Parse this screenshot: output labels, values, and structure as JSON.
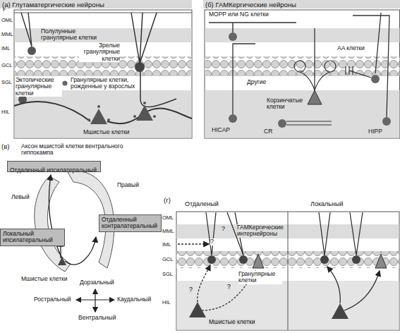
{
  "diagram": {
    "nodes": [
      {
        "text": [
          "(а) Глутаматергические нейроны"
        ]
      },
      {
        "text": [
          "(б) ГАМКергические нейроны"
        ]
      },
      {
        "text": [
          "(в)"
        ]
      },
      {
        "text": [
          "Отдаленный ипсилатеральный"
        ],
        "in": 2
      },
      {
        "text": [
          "Отдаленный контралатеральный"
        ],
        "in": 2
      },
      {
        "text": [
          "Локальный ипсилатеральный"
        ],
        "in": 2
      },
      {
        "text": [
          "(г)"
        ]
      }
    ],
    "labels": [
      "F",
      "OML",
      "MML",
      "IML",
      "GCL",
      "SGL",
      "HIL",
      "Полулунные гранулярные клетки",
      "Зрелые гранулярные клетки",
      "Эктопические гранулярные клетки",
      "Гранулярные клетки, рожденные у взрослых",
      "Мшистые клетки",
      "MOPP или NG клетки",
      "AA клетки",
      "Другие",
      "Корзинчатые клетки",
      "HICAP",
      "CR",
      "HIPP",
      "Аксон мшистой клетки вентрального гиппокампа",
      "Левый",
      "Правый",
      "Мшистые клетки",
      "Дорзальный",
      "Ростральный",
      "Каудальный",
      "Вентральный",
      "Отдаленый",
      "Локальный",
      "OML",
      "MML",
      "IML",
      "GCL",
      "SGL",
      "HIL",
      "ГАМКергические интернейроны",
      "Гранулярные клетки",
      "Мшистые клетки",
      "?",
      "?",
      "?",
      "?"
    ]
  }
}
